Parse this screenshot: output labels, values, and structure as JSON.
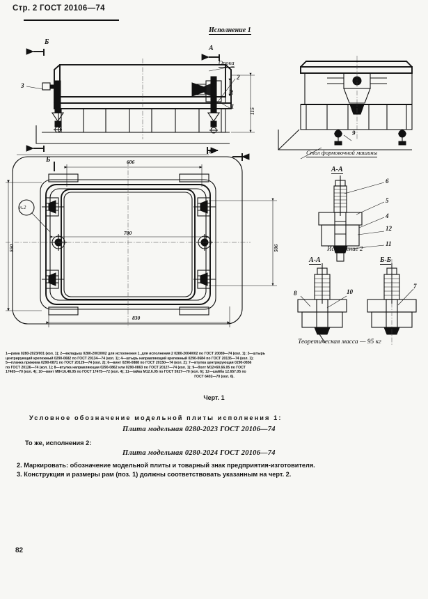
{
  "header": {
    "page_marker": "Стр. 2 ГОСТ 20106—74"
  },
  "page_number": "82",
  "figure": {
    "caption": "Черт. 1",
    "views": {
      "version1_title": "Исполнение 1",
      "version2_title": "Исполнение 2",
      "section_aa_1": "А-А",
      "section_aa_2": "А-А",
      "section_bb": "Б-Б",
      "flask_label": "Опока",
      "machine_table_label": "Стол формовочной машины",
      "mass_note": "Теоретическая масса — 95 кг"
    },
    "section_marks": {
      "a_top": "А",
      "a_plan": "А",
      "b_top": "Б",
      "b_plan": "Б"
    },
    "dimensions": {
      "width_inner": "606",
      "width_mid": "700",
      "width_outer": "830",
      "height_outer": "550",
      "height_inner": "506",
      "thickness": "115",
      "small_depth": "30"
    },
    "callouts": [
      "1",
      "2",
      "3",
      "4",
      "5",
      "6",
      "7",
      "8",
      "9",
      "10",
      "11",
      "12"
    ],
    "detail_ref": "п.2"
  },
  "legend": {
    "line1": "1—рама 0280-2023/001 (кол. 1); 2—вкладыш 0280-2003/002 для исполнения 1, для исполнения 2 0280-2004/002 по ГОСТ 20089—74 (кол. 1); 3—штырь",
    "line2": "центрирующий крепежный 0290-0682 по ГОСТ 20134—74 (кол. 1); 4—штырь направляющий крепежный 0290-0684 по ГОСТ 20135—74 (кол. 1);",
    "line3": "5—планка прижима 0290-0871 по ГОСТ 20129—74 (кол. 2); 6—винт 0290-0888 по ГОСТ 20150—74 (кол. 2); 7—втулка центрирующая 0290-0856",
    "line4": "по ГОСТ 20126—74 (кол. 1); 8—втулка направляющая 0290-0862 или 0290-0863 по ГОСТ 20127—74 (кол. 1); 9—болт М12×60.66.05 по ГОСТ",
    "line5": "17465—70 (кол. 4); 10—винт М8×16.48.05 по ГОСТ 17475—72 (кол. 4); 11—гайка М12.6.05 по ГОСТ 5927—70 (кол. 6); 12—шайба 12.657.05 по",
    "line6": "ГОСТ 6402—70 (кол. 6)."
  },
  "notes": {
    "designation_intro_1": "Условное обозначение  модельной  плиты исполнения 1:",
    "designation_value_1": "Плита модельная 0280-2023 ГОСТ 20106—74",
    "designation_intro_2": "То же, исполнения 2:",
    "designation_value_2": "Плита модельная 0280-2024 ГОСТ 20106—74",
    "note2": "2. Маркировать: обозначение модельной плиты и товарный знак предприятия-изготовителя.",
    "note3": "3. Конструкция и размеры рам (поз. 1) должны соответствовать указанным на черт. 2."
  },
  "colors": {
    "ink": "#111111",
    "paper": "#f7f7f4"
  }
}
